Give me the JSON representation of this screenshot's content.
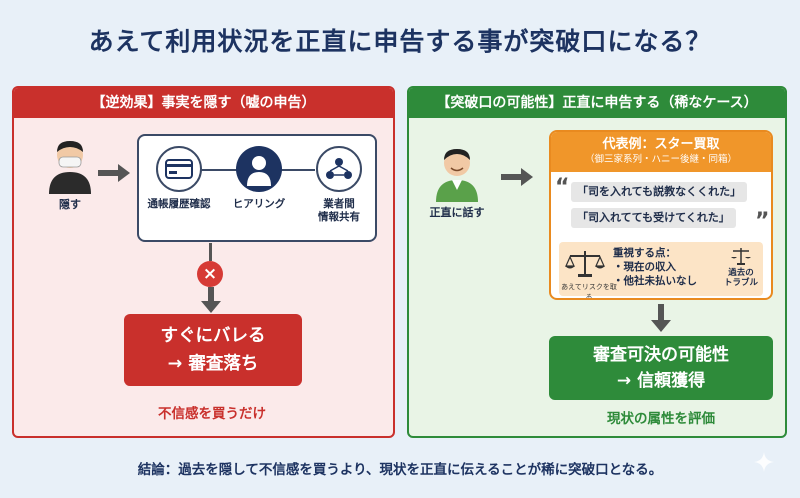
{
  "title": "あえて利用状況を正直に申告する事が突破口になる？",
  "left_panel": {
    "header": "【逆効果】事実を隠す（嘘の申告）",
    "person_label": "隠す",
    "process": [
      {
        "label": "通帳履歴確認",
        "icon": "card-icon"
      },
      {
        "label": "ヒアリング",
        "icon": "interviewer-icon"
      },
      {
        "label": "業者間\n情報共有",
        "icon": "network-icon"
      }
    ],
    "x_mark": "×",
    "result_line1": "すぐにバレる",
    "result_line2": "→ 審査落ち",
    "caption": "不信感を買うだけ",
    "accent_color": "#c9302c"
  },
  "right_panel": {
    "header": "【突破口の可能性】正直に申告する（稀なケース）",
    "person_label": "正直に話す",
    "example_title": "代表例：スター買取",
    "example_sub": "（御三家系列・ハニー後継・同箱）",
    "quote_open": "“",
    "quote_close": "”",
    "quote1": "「司を入れても説教なくくれた」",
    "quote2": "「司入れてても受けてくれた」",
    "focus_title": "重視する点：",
    "focus_items": [
      "・現在の収入",
      "・他社未払いなし"
    ],
    "risk_label": "あえてリスクを取る",
    "trouble_label": "過去の\nトラブル",
    "result_line1": "審査可決の可能性",
    "result_line2": "→ 信頼獲得",
    "caption": "現状の属性を評価",
    "accent_color": "#2e8b3a"
  },
  "conclusion": "結論：過去を隠して不信感を買うより、現状を正直に伝えることが稀に突破口となる。"
}
